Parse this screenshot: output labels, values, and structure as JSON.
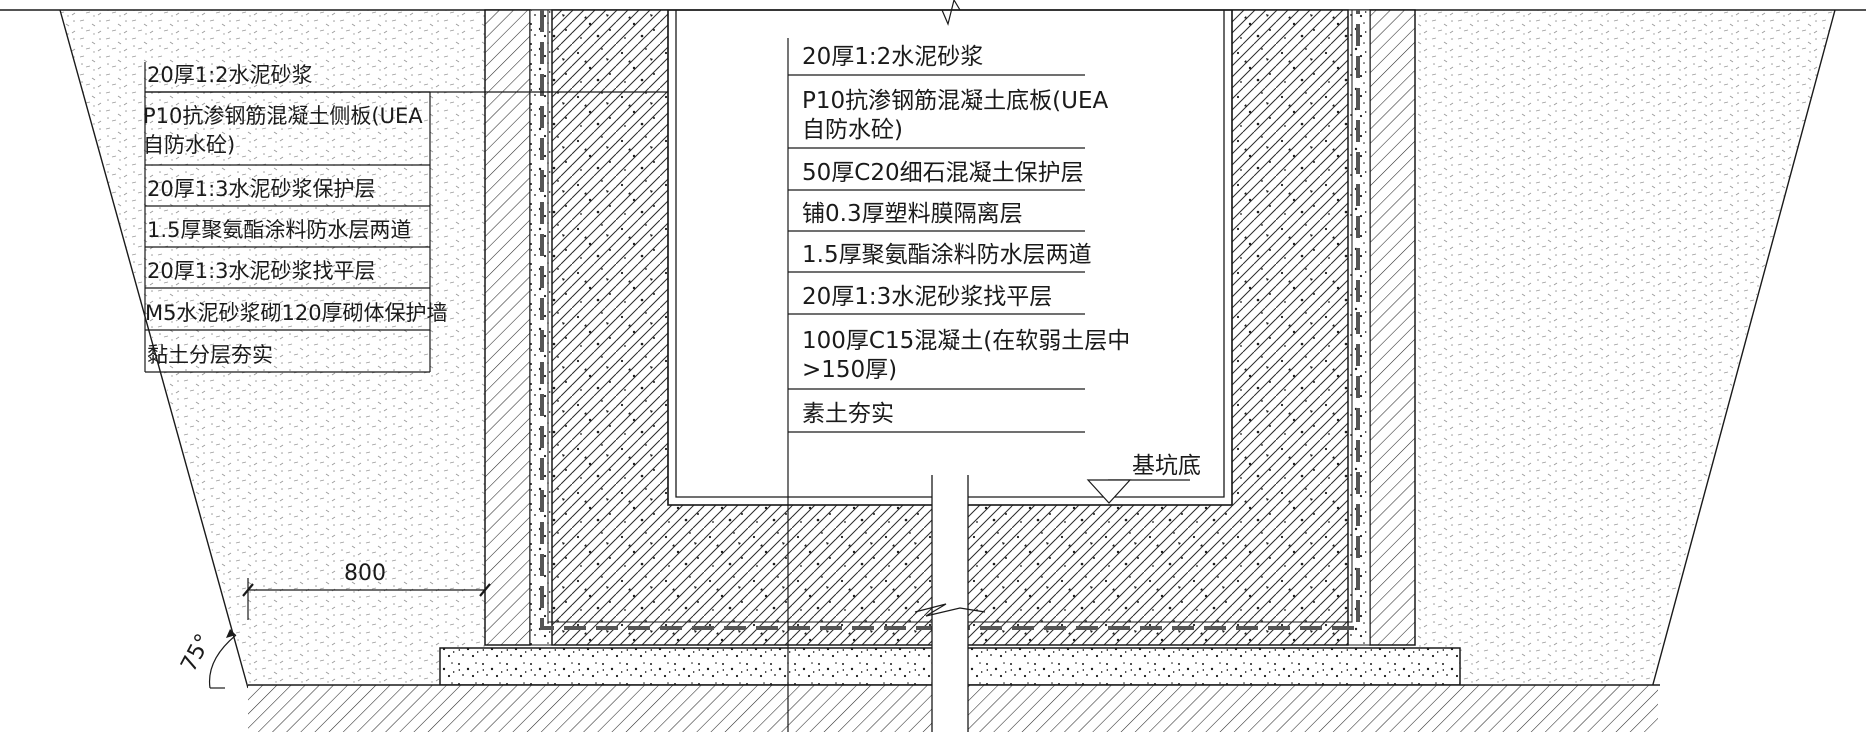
{
  "left_callout": {
    "layers": [
      "20厚1:2水泥砂浆",
      "P10抗渗钢筋混凝土侧板(UEA",
      "自防水砼)",
      "20厚1:3水泥砂浆保护层",
      "1.5厚聚氨酯涂料防水层两道",
      "20厚1:3水泥砂浆找平层",
      "M5水泥砂浆砌120厚砌体保护墙",
      "黏土分层夯实"
    ]
  },
  "right_callout": {
    "layers": [
      "20厚1:2水泥砂浆",
      "P10抗渗钢筋混凝土底板(UEA",
      "自防水砼)",
      "50厚C20细石混凝土保护层",
      "铺0.3厚塑料膜隔离层",
      "1.5厚聚氨酯涂料防水层两道",
      "20厚1:3水泥砂浆找平层",
      "100厚C15混凝土(在软弱土层中",
      ">150厚)",
      "素土夯实"
    ]
  },
  "pit_bottom_label": "基坑底",
  "dimension_label": "800",
  "slope_angle_label": "75°",
  "colors": {
    "line": "#1a1a1a",
    "hatch": "#2a2a2a",
    "paper": "#ffffff"
  }
}
